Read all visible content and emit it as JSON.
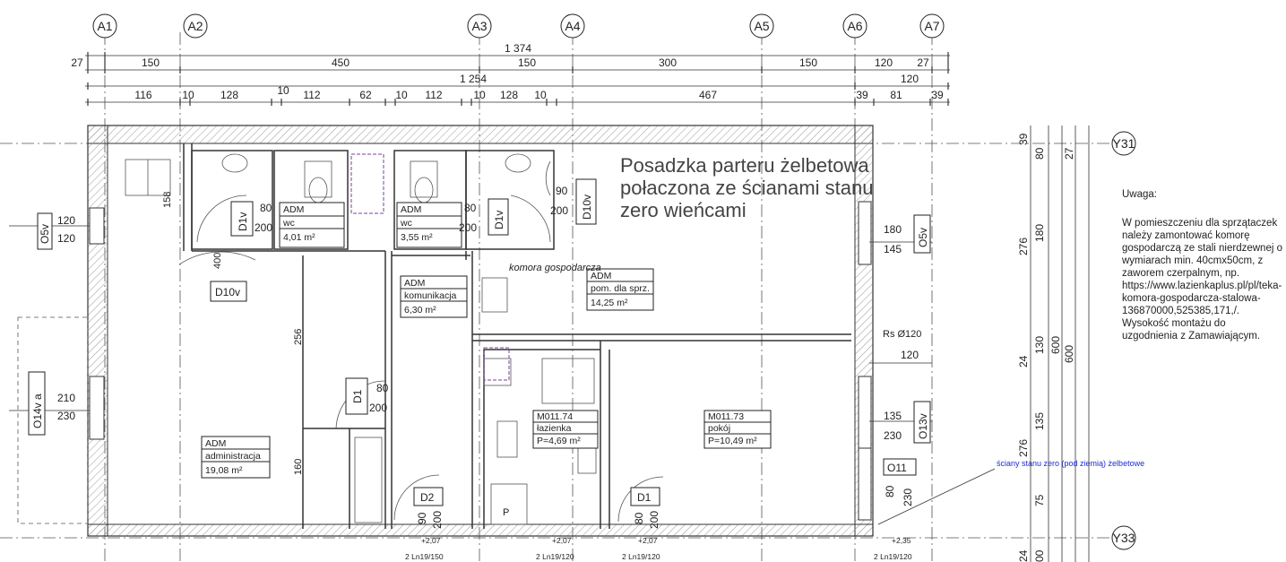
{
  "axes_top": [
    "A1",
    "A2",
    "A3",
    "A4",
    "A5",
    "A6",
    "A7"
  ],
  "axes_right": [
    "Y31",
    "Y33"
  ],
  "dims_row1": {
    "total": "1 374"
  },
  "dims_row2": [
    "27",
    "150",
    "450",
    "150",
    "300",
    "150",
    "120",
    "27"
  ],
  "dims_row3": {
    "total": "1 254",
    "right": "120"
  },
  "dims_row4": [
    "116",
    "10",
    "128",
    "10",
    "112",
    "62",
    "10",
    "112",
    "10",
    "128",
    "10",
    "467",
    "39",
    "81",
    "39"
  ],
  "heading_note": "Posadzka parteru żelbetowa połaczona ze ścianami stanu zero wieńcami",
  "remark": {
    "title": "Uwaga:",
    "body": "W pomieszczeniu dla sprzątaczek należy zamontować komorę gospodarczą ze stali nierdzewnej o wymiarach min. 40cmx50cm, z zaworem czerpalnym, np. https://www.lazienkaplus.pl/pl/teka-komora-gospodarcza-stalowa-136870000,525385,171,/. Wysokość montażu do uzgodnienia z Zamawiającym."
  },
  "rooms": [
    {
      "l1": "ADM",
      "l2": "wc",
      "l3": "4,01 m²"
    },
    {
      "l1": "ADM",
      "l2": "wc",
      "l3": "3,55 m²"
    },
    {
      "l1": "ADM",
      "l2": "komunikacja",
      "l3": "6,30 m²"
    },
    {
      "l1": "ADM",
      "l2": "pom. dla sprz.",
      "l3": "14,25 m²"
    },
    {
      "l1": "ADM",
      "l2": "administracja",
      "l3": "19,08 m²"
    },
    {
      "l1": "M011.74",
      "l2": "łazienka",
      "l3": "P=4,69 m²"
    },
    {
      "l1": "M011.73",
      "l2": "pokój",
      "l3": "P=10,49 m²"
    }
  ],
  "doors": [
    "D1v",
    "D1v",
    "D10v",
    "D10v",
    "D1",
    "D2",
    "D1"
  ],
  "door_sizes": {
    "d1v_a": [
      "80",
      "200"
    ],
    "d1v_b": [
      "80",
      "200"
    ],
    "d10v": [
      "90",
      "200"
    ],
    "d1": [
      "80",
      "200"
    ],
    "d2": [
      "90",
      "200"
    ],
    "d1b": [
      "80",
      "200"
    ]
  },
  "windows": [
    {
      "id": "O5v",
      "a": "120",
      "b": "120"
    },
    {
      "id": "O14v a",
      "a": "210",
      "b": "230"
    },
    {
      "id": "O5v",
      "a": "180",
      "b": "145"
    },
    {
      "id": "O13v",
      "a": "135",
      "b": "230"
    },
    {
      "id": "O11",
      "a": "80",
      "b": "230"
    }
  ],
  "misc_labels": {
    "komora": "komora gospodarcza",
    "rs": "Rs Ø120",
    "dim_120_right": "120",
    "wall_note": "ściany stanu zero (pod ziemią) żelbetowe",
    "p": "P",
    "d158": "158",
    "d400": "400",
    "d256": "256",
    "d160": "160"
  },
  "right_dims": {
    "a": "39",
    "b": "80",
    "c": "27",
    "d": "276",
    "e": "180",
    "f": "600",
    "g": "600",
    "h": "24",
    "i": "130",
    "j": "135",
    "k": "276",
    "l": "75",
    "m": "24",
    "n": "00"
  },
  "bottom_lintels": [
    "2 Ln19/150",
    "2 Ln19/120",
    "2 Ln19/120",
    "2 Ln19/120"
  ],
  "bottom_heights": [
    "+2,07",
    "+2,07",
    "+2,07",
    "+2,35"
  ]
}
